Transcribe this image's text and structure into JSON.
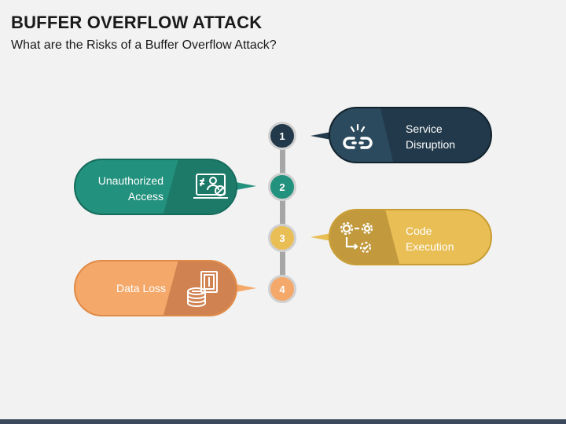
{
  "title": "BUFFER OVERFLOW ATTACK",
  "subtitle": "What are the Risks of a Buffer Overflow Attack?",
  "steps": [
    {
      "number": "1",
      "label_line1": "Service",
      "label_line2": "Disruption",
      "icon": "broken-chain-icon",
      "color": "#21394a",
      "icon_bg": "#2c4a5e",
      "border": "#12232e"
    },
    {
      "number": "2",
      "label_line1": "Unauthorized",
      "label_line2": "Access",
      "icon": "user-access-denied-icon",
      "color": "#22917d",
      "icon_bg": "#1d7a69",
      "border": "#166b5c"
    },
    {
      "number": "3",
      "label_line1": "Code",
      "label_line2": "Execution",
      "icon": "gears-process-icon",
      "color": "#e8be55",
      "icon_bg": "#c29a3d",
      "border": "#c89d34"
    },
    {
      "number": "4",
      "label_line1": "Data Loss",
      "label_line2": "",
      "icon": "coins-money-icon",
      "color": "#f4a869",
      "icon_bg": "#d08250",
      "border": "#e08a47"
    }
  ]
}
